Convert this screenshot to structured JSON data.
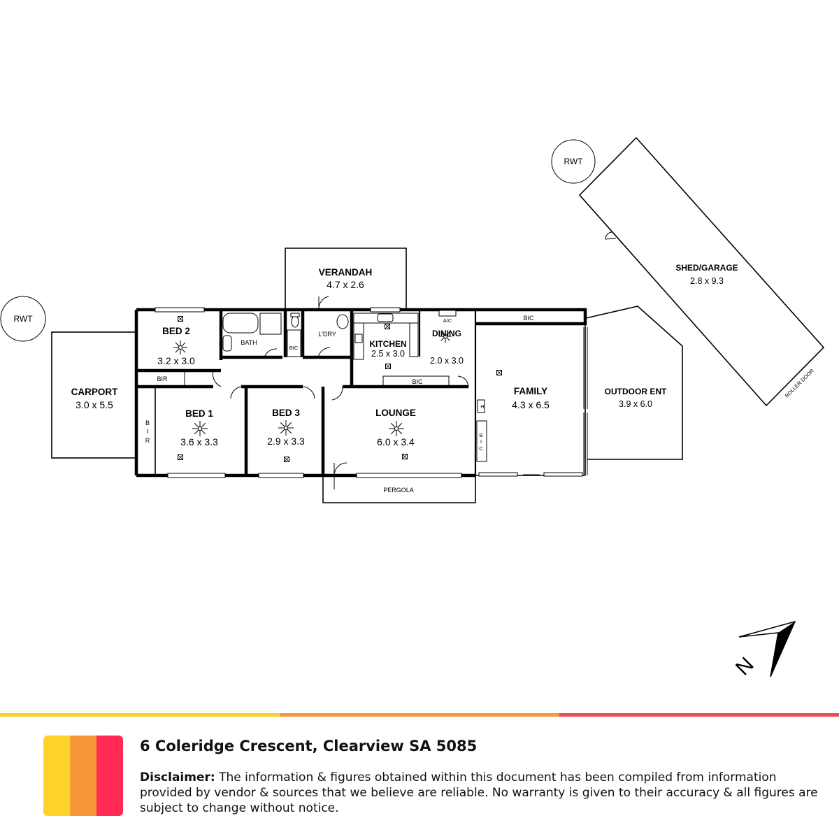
{
  "plan": {
    "rooms": [
      {
        "id": "verandah",
        "name": "VERANDAH",
        "dim": "4.7 x 2.6"
      },
      {
        "id": "bed2",
        "name": "BED 2",
        "dim": "3.2 x 3.0"
      },
      {
        "id": "carport",
        "name": "CARPORT",
        "dim": "3.0 x 5.5"
      },
      {
        "id": "kitchen",
        "name": "KITCHEN",
        "dim": "2.5 x 3.0"
      },
      {
        "id": "dining",
        "name": "DINING",
        "dim": "2.0 x 3.0"
      },
      {
        "id": "family",
        "name": "FAMILY",
        "dim": "4.3 x 6.5"
      },
      {
        "id": "outdoor-ent",
        "name": "OUTDOOR ENT",
        "dim": "3.9 x 6.0"
      },
      {
        "id": "bed1",
        "name": "BED 1",
        "dim": "3.6 x 3.3"
      },
      {
        "id": "bed3",
        "name": "BED 3",
        "dim": "2.9 x 3.3"
      },
      {
        "id": "lounge",
        "name": "LOUNGE",
        "dim": "6.0 x 3.4"
      },
      {
        "id": "shed",
        "name": "SHED/GARAGE",
        "dim": "2.8 x 9.3"
      }
    ],
    "labels": {
      "bath": "BATH",
      "laundry": "L'DRY",
      "bic_small": "BIC",
      "bic_family": "BIC",
      "bic_kitchen": "BIC",
      "bir_bed2": "BIR",
      "bir_bed1_b": "B",
      "bir_bed1_i": "I",
      "bir_bed1_r": "R",
      "bic_v_b": "B",
      "bic_v_i": "I",
      "bic_v_c": "C",
      "ac": "A/C",
      "heater": "H",
      "pergola": "PERGOLA",
      "roller_door": "ROLLER DOOR",
      "rwt_left": "RWT",
      "rwt_top": "RWT"
    },
    "compass": "N"
  },
  "footer": {
    "address": "6 Coleridge Crescent, Clearview SA 5085",
    "disclaimer_label": "Disclaimer:",
    "disclaimer_text": " The information & figures obtained within this document has been compiled from information provided by vendor & sources that we believe are reliable. No warranty is given to their accuracy & all  figures are subject to change without notice.",
    "stripe_colors": [
      "#fcd12a",
      "#f79a3a",
      "#ec4b57"
    ],
    "logo_colors": [
      "#fdd22b",
      "#f8963a",
      "#ff2a55"
    ]
  }
}
